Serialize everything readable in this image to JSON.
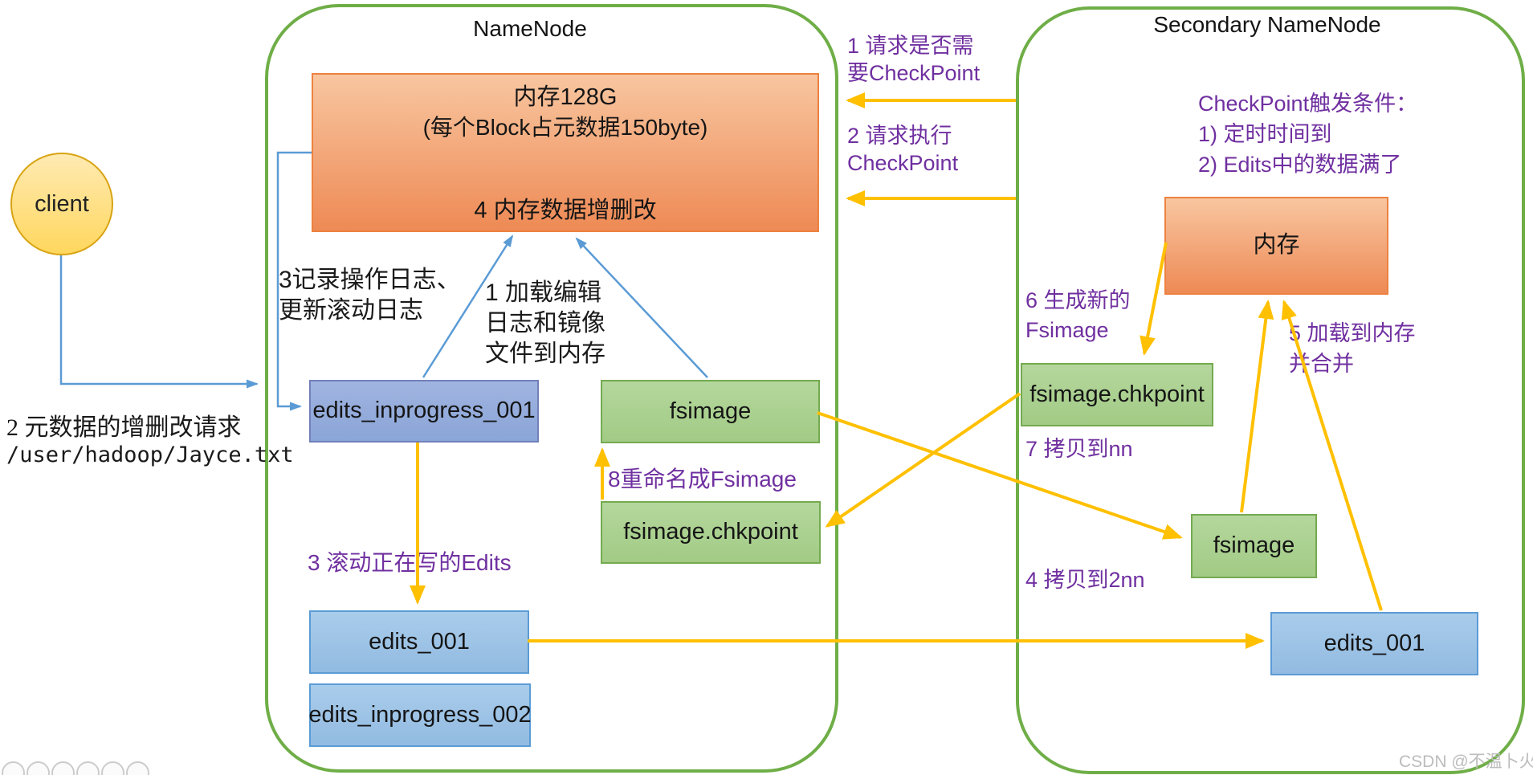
{
  "client": {
    "label": "client",
    "request_line1": "2 元数据的增删改请求",
    "request_line2": "/user/hadoop/Jayce.txt"
  },
  "namenode": {
    "title": "NameNode",
    "memory": {
      "line1": "内存128G",
      "line2": "(每个Block占元数据150byte)",
      "line3": "4 内存数据增删改"
    },
    "boxes": {
      "edits_inprogress_001": "edits_inprogress_001",
      "fsimage": "fsimage",
      "fsimage_chkpoint": "fsimage.chkpoint",
      "edits_001": "edits_001",
      "edits_inprogress_002": "edits_inprogress_002"
    },
    "labels": {
      "record_oplog_line1": "3记录操作日志、",
      "record_oplog_line2": "更新滚动日志",
      "load_line1": "1 加载编辑",
      "load_line2": "日志和镜像",
      "load_line3": "文件到内存",
      "roll_edits": "3 滚动正在写的Edits",
      "rename": "8重命名成Fsimage"
    }
  },
  "secondary": {
    "title": "Secondary NameNode",
    "memory": "内存",
    "trigger_line1": "CheckPoint触发条件：",
    "trigger_line2": "1) 定时时间到",
    "trigger_line3": "2) Edits中的数据满了",
    "boxes": {
      "fsimage_chkpoint": "fsimage.chkpoint",
      "fsimage": "fsimage",
      "edits_001": "edits_001"
    },
    "labels": {
      "gen_line1": "6 生成新的",
      "gen_line2": "Fsimage",
      "copy_to_nn": "7 拷贝到nn",
      "copy_to_2nn": "4 拷贝到2nn",
      "merge_line1": "5 加载到内存",
      "merge_line2": "并合并"
    }
  },
  "messages": {
    "req1_line1": "1 请求是否需",
    "req1_line2": "要CheckPoint",
    "req2_line1": "2 请求执行",
    "req2_line2": "CheckPoint"
  },
  "watermark": "CSDN @不温卜火",
  "colors": {
    "container_green": "#6fae47",
    "arrow_yellow": "#FFC000",
    "arrow_blue": "#5B9BD5",
    "text_purple": "#7030A0",
    "orange_fill": "#EE8A55",
    "green_fill": "#A9D18E",
    "blue_fill": "#9DC3E6",
    "indigo_fill": "#8FAADC",
    "client_fill": "#FFD966"
  }
}
